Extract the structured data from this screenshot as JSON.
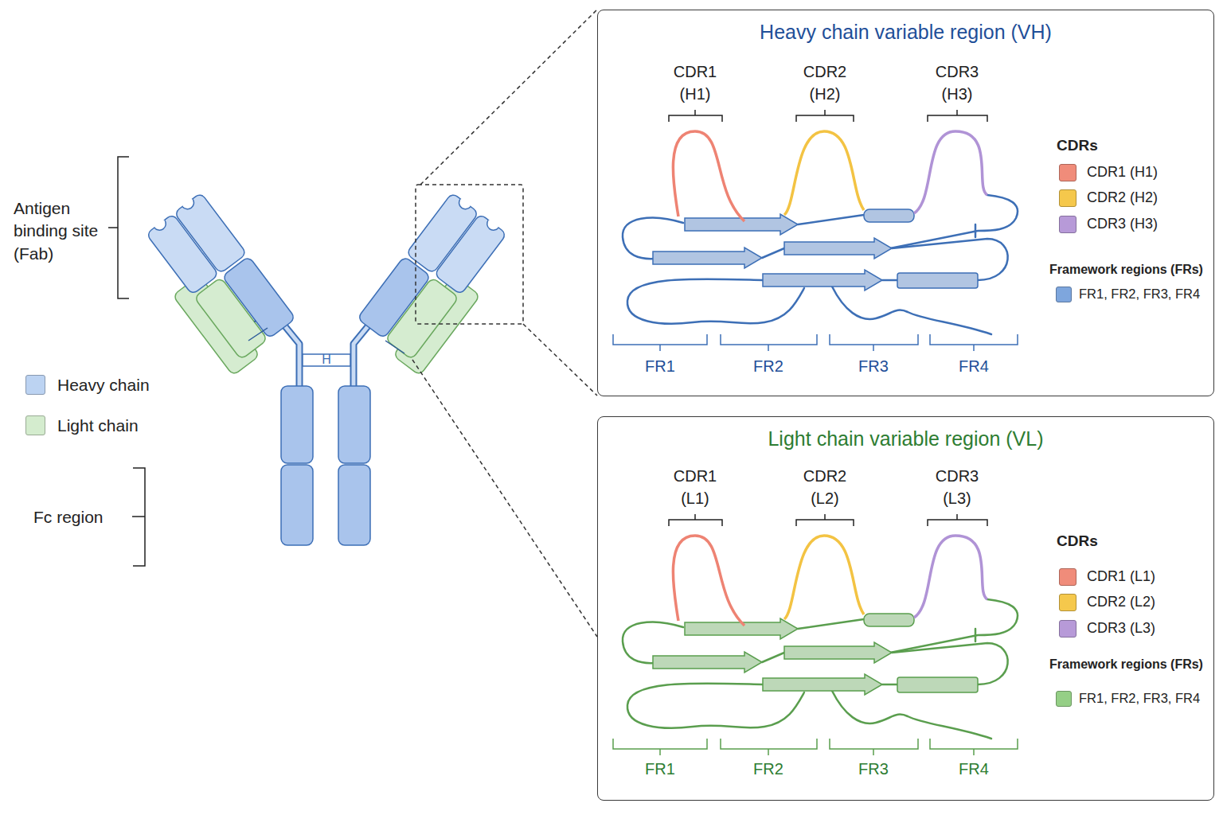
{
  "diagram": {
    "nodes": [
      {
        "text": [
          "Heavy chain variable region (VH)"
        ]
      },
      {
        "text": [
          "Light chain variable region (VL)"
        ]
      }
    ],
    "labels": [
      "Antigen binding site (Fab)",
      "H",
      "Fc region",
      "CDR1 (H1)",
      "CDR2 (H2)",
      "CDR3 (H3)",
      "CDRs",
      "Framework regions (FRs)",
      "FR1",
      "FR2",
      "FR3",
      "FR4",
      "CDR1 (L1)",
      "CDR2 (L2)",
      "CDR3 (L3)",
      "CDRs",
      "Framework regions (FRs)",
      "FR1",
      "FR2",
      "FR3",
      "FR4"
    ],
    "legend": [
      {
        "text": "Heavy chain",
        "color": "#bcd3f2"
      },
      {
        "text": "Light chain",
        "color": "#d4ecce"
      },
      {
        "text": "CDR1 (H1)",
        "color": "#f08c7a"
      },
      {
        "text": "CDR2 (H2)",
        "color": "#f5c84c"
      },
      {
        "text": "CDR3 (H3)",
        "color": "#b79ad8"
      },
      {
        "text": "FR1, FR2, FR3, FR4",
        "color": "#7ea6dd"
      },
      {
        "text": "CDR1 (L1)",
        "color": "#f08c7a"
      },
      {
        "text": "CDR2 (L2)",
        "color": "#f5c84c"
      },
      {
        "text": "CDR3 (L3)",
        "color": "#b79ad8"
      },
      {
        "text": "FR1, FR2, FR3, FR4",
        "color": "#95cf86"
      }
    ]
  }
}
